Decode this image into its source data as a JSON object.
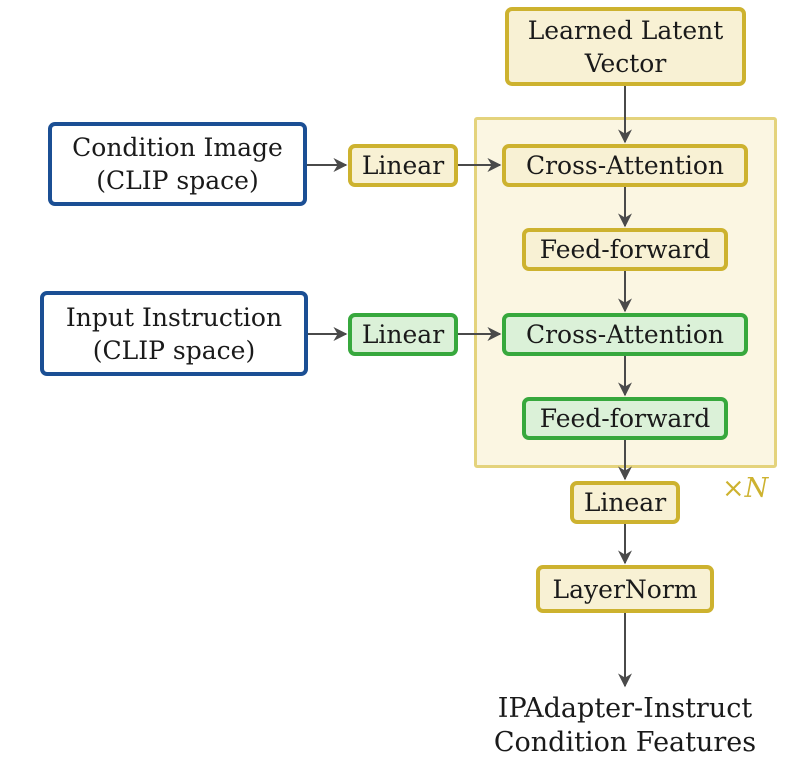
{
  "nodes": {
    "latent": [
      "Learned Latent",
      "Vector"
    ],
    "condition_image": [
      "Condition Image",
      "(CLIP space)"
    ],
    "input_instruction": [
      "Input Instruction",
      "(CLIP space)"
    ],
    "linear_image": "Linear",
    "linear_instruction": "Linear",
    "cross_attention_1": "Cross-Attention",
    "feed_forward_1": "Feed-forward",
    "cross_attention_2": "Cross-Attention",
    "feed_forward_2": "Feed-forward",
    "linear_out": "Linear",
    "layernorm": "LayerNorm",
    "output": [
      "IPAdapter-Instruct",
      "Condition Features"
    ]
  },
  "repeat_label": "×N",
  "colors": {
    "yellow_fill": "#f8f1d4",
    "yellow_border": "#cdb22f",
    "green_fill": "#dbf1d8",
    "green_border": "#37a83d",
    "blue_border": "#1b4f94",
    "region_fill": "#fbf6e2",
    "region_border": "#e4d37c",
    "arrow": "#4a4a4a"
  }
}
